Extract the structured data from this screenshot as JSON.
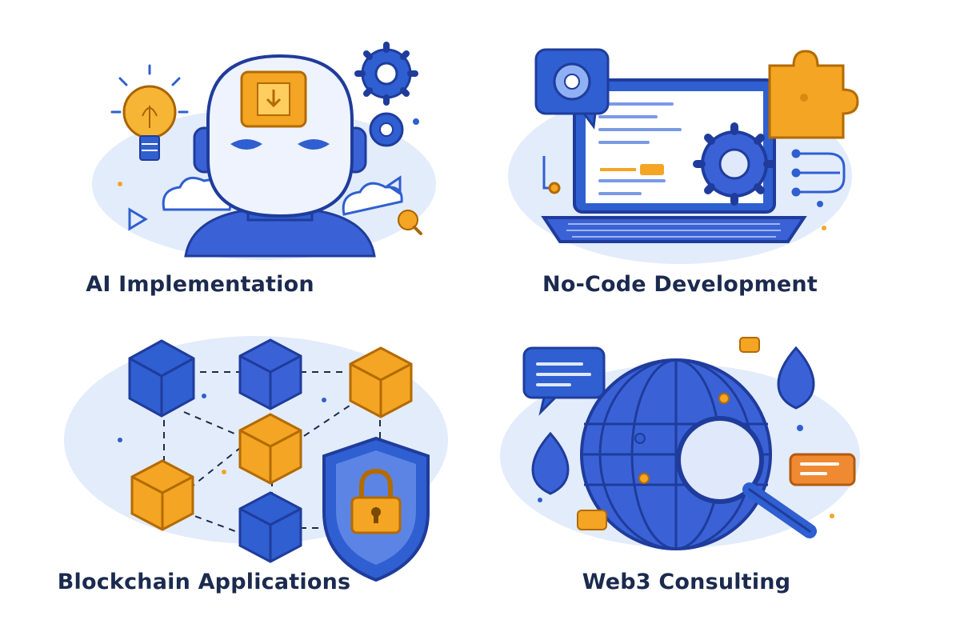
{
  "tiles": [
    {
      "caption": "AI Implementation",
      "icon": "robot-ai-icon"
    },
    {
      "caption": "No-Code Development",
      "icon": "laptop-code-icon"
    },
    {
      "caption": "Blockchain Applications",
      "icon": "blockchain-network-icon"
    },
    {
      "caption": "Web3 Consulting",
      "icon": "globe-search-icon"
    }
  ],
  "colors": {
    "blue": "#2f5fd0",
    "light_blue": "#dfe9fb",
    "orange": "#f4a524",
    "navy_text": "#1b2a4e"
  }
}
